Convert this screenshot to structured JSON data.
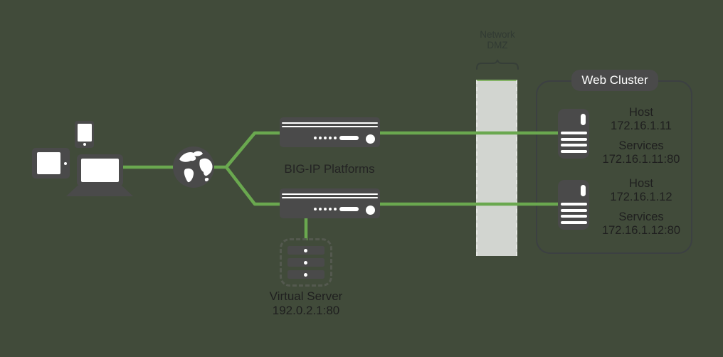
{
  "colors": {
    "background": "#414b3a",
    "accent_green": "#6aa84f",
    "device_gray": "#4a4a4a",
    "dmz_bar_gray": "#d2d5d0",
    "dark_text": "#1f1f1f",
    "dmz_text": "#313a33",
    "cluster_border": "#3c4042",
    "badge_text": "#ffffff"
  },
  "clients": {
    "icons": [
      "tablet-icon",
      "smartphone-icon",
      "laptop-icon"
    ]
  },
  "internet": {
    "icon": "globe-icon"
  },
  "bigip": {
    "label": "BIG-IP Platforms",
    "icon": "server-appliance-icon"
  },
  "dmz": {
    "label_line1": "Network",
    "label_line2": "DMZ",
    "icon": "brace-icon"
  },
  "web_cluster": {
    "title": "Web Cluster",
    "hosts": [
      {
        "icon": "host-server-icon",
        "host_label": "Host",
        "host_ip": "172.16.1.11",
        "services_label": "Services",
        "services_address": "172.16.1.11:80"
      },
      {
        "icon": "host-server-icon",
        "host_label": "Host",
        "host_ip": "172.16.1.12",
        "services_label": "Services",
        "services_address": "172.16.1.12:80"
      }
    ]
  },
  "virtual_server": {
    "icon": "virtual-server-icon",
    "label": "Virtual Server",
    "address": "192.0.2.1:80"
  }
}
